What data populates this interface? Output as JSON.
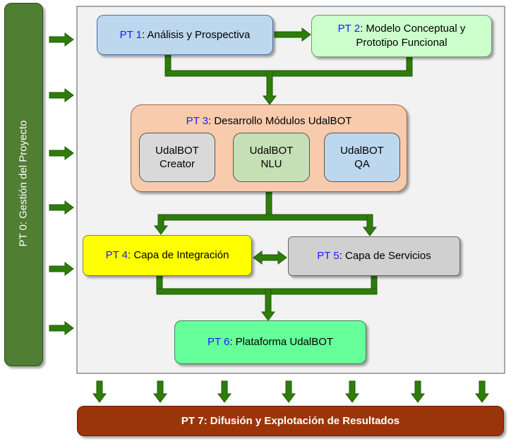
{
  "pt0": {
    "label": "PT 0: Gestión del Proyecto"
  },
  "pt1": {
    "code": "PT 1",
    "title": ": Análisis y Prospectiva"
  },
  "pt2": {
    "code": "PT 2",
    "title_line1": ": Modelo Conceptual y",
    "title_line2": "Prototipo Funcional"
  },
  "pt3": {
    "code": "PT 3",
    "title": ": Desarrollo Módulos UdalBOT",
    "modules": [
      {
        "line1": "UdalBOT",
        "line2": "Creator",
        "color": "#d9d9d9"
      },
      {
        "line1": "UdalBOT",
        "line2": "NLU",
        "color": "#c5e0b4"
      },
      {
        "line1": "UdalBOT",
        "line2": "QA",
        "color": "#bdd7ee"
      }
    ]
  },
  "pt4": {
    "code": "PT 4",
    "title": ":  Capa de Integración"
  },
  "pt5": {
    "code": "PT 5",
    "title": ":  Capa de Servicios"
  },
  "pt6": {
    "code": "PT 6",
    "title": ": Plataforma UdalBOT"
  },
  "pt7": {
    "label": "PT 7:  Difusión y Explotación de Resultados"
  },
  "colors": {
    "arrow_green": "#2e7d0b",
    "arrow_dark": "#1e5a05",
    "pt0_fill": "#507e32",
    "pt1_fill": "#bdd7ee",
    "pt2_fill": "#ccffcc",
    "pt3_fill": "#f8cbad",
    "pt4_fill": "#ffff00",
    "pt5_fill": "#d0d0d0",
    "pt6_fill": "#66ff99",
    "pt7_fill": "#9b3509",
    "panel_fill": "#f2f2f2",
    "code_blue": "#1a1aff"
  }
}
